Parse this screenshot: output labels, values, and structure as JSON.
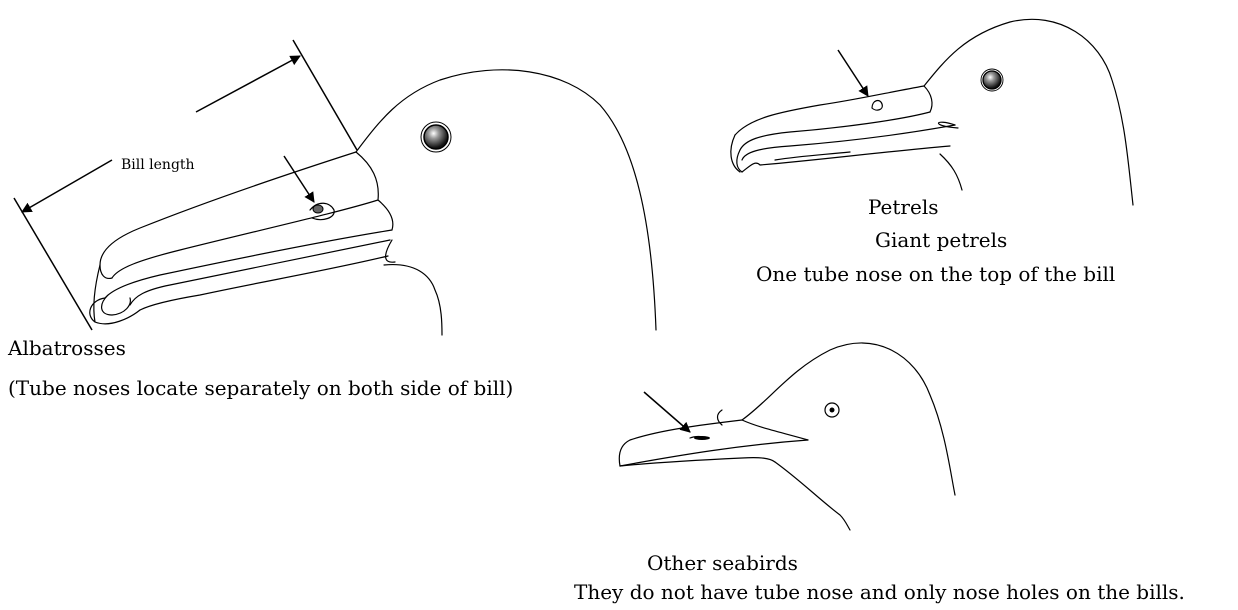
{
  "albatross": {
    "bill_length_label": "Bill length",
    "name": "Albatrosses",
    "description": "(Tube noses locate separately on both side of bill)"
  },
  "petrel": {
    "name": "Petrels",
    "subname": "Giant petrels",
    "description": "One tube nose on the top of the bill"
  },
  "other": {
    "name": "Other seabirds",
    "description": "They do not have tube nose and only nose holes on the bills."
  }
}
